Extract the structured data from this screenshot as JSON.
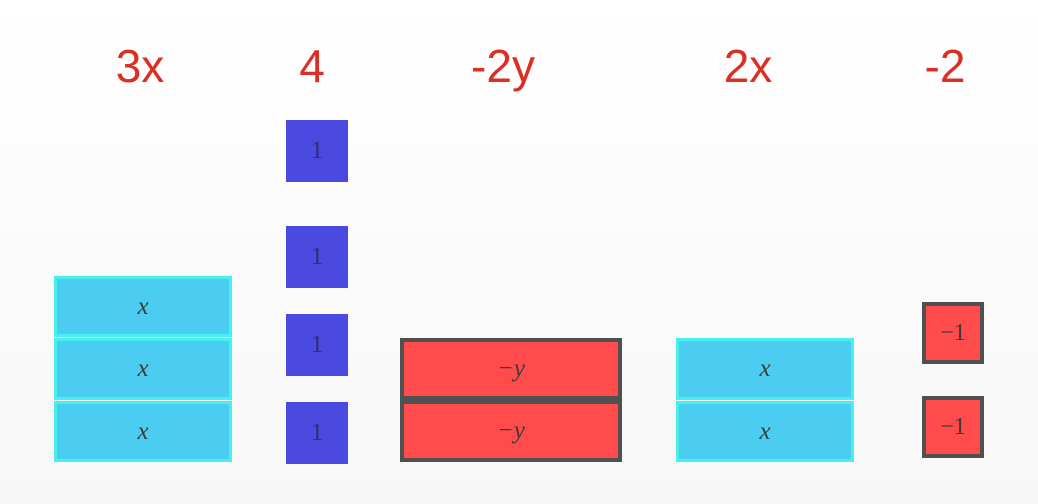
{
  "terms": [
    {
      "label": "3x",
      "tile_text": "x",
      "count": 3
    },
    {
      "label": "4",
      "tile_text": "1",
      "count": 4
    },
    {
      "label": "-2y",
      "tile_text": "−y",
      "count": 2
    },
    {
      "label": "2x",
      "tile_text": "x",
      "count": 2
    },
    {
      "label": "-2",
      "tile_text": "−1",
      "count": 2
    }
  ],
  "colors": {
    "label": "#dc2f24",
    "x_tile": "#4bcdf2",
    "x_tile_border": "#45f0ee",
    "unit_tile": "#4a4ae0",
    "negative_tile": "#ff4b4b",
    "negative_tile_border": "#505050"
  }
}
